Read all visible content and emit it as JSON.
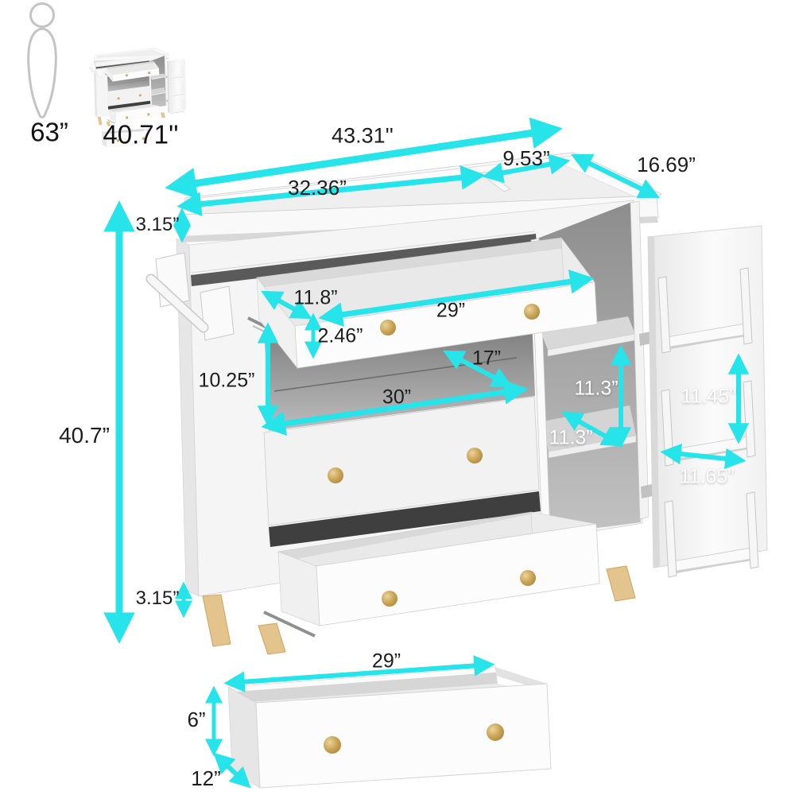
{
  "palette": {
    "accent": "#27e3ea",
    "label": "#1d1d1d",
    "label_light": "#ffffff",
    "knob": "#c09a4a",
    "leg_wood": "#e3c48c"
  },
  "reference": {
    "person_height": "63”",
    "thumbnail_width": "40.71''"
  },
  "dims": {
    "overall_width": "43.31''",
    "top_right_section": "9.53”",
    "overall_depth": "16.69”",
    "top_left_section": "32.36”",
    "tray_rail_height": "3.15”",
    "drawer_inner_depth": "11.8”",
    "drawer_inner_width": "29”",
    "drawer_rail_height": "2.46”",
    "open_shelf_height": "10.25”",
    "open_shelf_depth": "17”",
    "open_shelf_width": "30”",
    "side_cubby_height": "11.3”",
    "side_cubby_depth": "11.3”",
    "door_rack_spacing": "11.45”",
    "door_rack_width": "11.65”",
    "overall_height": "40.7”",
    "leg_height": "3.15”",
    "bottom_drawer_width": "29”",
    "bottom_drawer_height": "6”",
    "bottom_drawer_depth": "12”"
  }
}
